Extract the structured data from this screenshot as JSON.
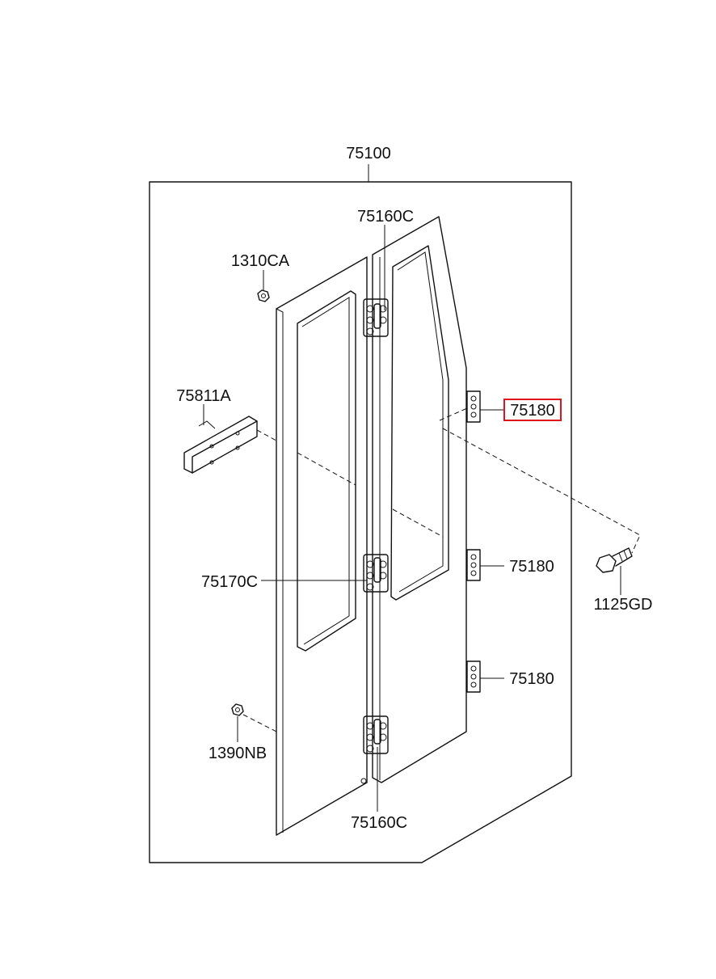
{
  "diagram": {
    "assembly_label": "75100",
    "labels": {
      "hinge_upper": "75160C",
      "nut_upper": "1310CA",
      "bracket": "75811A",
      "striker_highlighted": "75180",
      "hinge_middle": "75170C",
      "striker_middle": "75180",
      "bolt": "1125GD",
      "striker_lower": "75180",
      "nut_lower": "1390NB",
      "hinge_lower": "75160C"
    },
    "highlight_color": "#e0141c"
  }
}
